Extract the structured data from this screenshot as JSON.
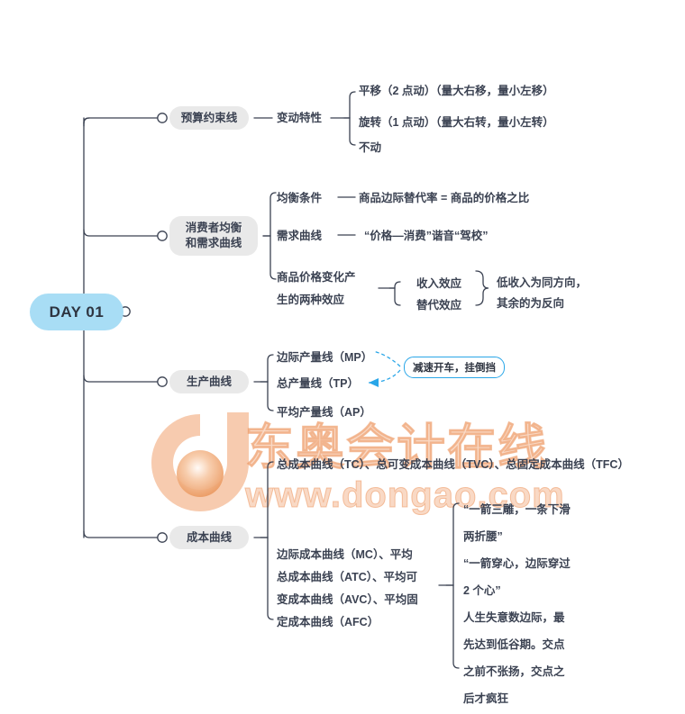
{
  "root": {
    "label": "DAY 01",
    "color": "#a8ddf5"
  },
  "branches": [
    {
      "label": "预算约束线",
      "children": [
        {
          "label": "变动特性",
          "children": [
            {
              "label": "平移（2 点动）（量大右移，量小左移）"
            },
            {
              "label": "旋转（1 点动）（量大右转，量小左转）"
            },
            {
              "label": "不动"
            }
          ]
        }
      ]
    },
    {
      "label": "消费者均衡\n和需求曲线",
      "children": [
        {
          "label": "均衡条件",
          "dash": "——",
          "detail": "商品边际替代率 = 商品的价格之比"
        },
        {
          "label": "需求曲线",
          "dash": "——",
          "detail": "“价格—消费”谐音“驾校”"
        },
        {
          "label": "商品价格变化产\n生的两种效应",
          "children": [
            {
              "label": "收入效应"
            },
            {
              "label": "替代效应"
            }
          ],
          "brace_note": "低收入为同方向，\n其余的为反向"
        }
      ]
    },
    {
      "label": "生产曲线",
      "children": [
        {
          "label": "边际产量线（MP）"
        },
        {
          "label": "总产量线（TP）"
        },
        {
          "label": "平均产量线（AP）"
        }
      ],
      "callout": {
        "text": "减速开车，挂倒挡",
        "color": "#29a6e8"
      }
    },
    {
      "label": "成本曲线",
      "children": [
        {
          "label": "总成本曲线（TC）、总可变成本曲线（TVC）、总固定成本曲线（TFC）"
        },
        {
          "label": "边际成本曲线（MC）、平均\n总成本曲线（ATC）、平均可\n变成本曲线（AVC）、平均固\n定成本曲线（AFC）"
        }
      ],
      "note": "“一箭三雕，一条下滑\n两折腰”\n  “一箭穿心，边际穿过\n2 个心”\n人生失意数边际，最\n先达到低谷期。交点\n之前不张扬，交点之\n后才疯狂"
    }
  ],
  "watermark": {
    "title": "东奥会计在线",
    "url": "www.dongao.com",
    "color": "#f0a06e"
  }
}
